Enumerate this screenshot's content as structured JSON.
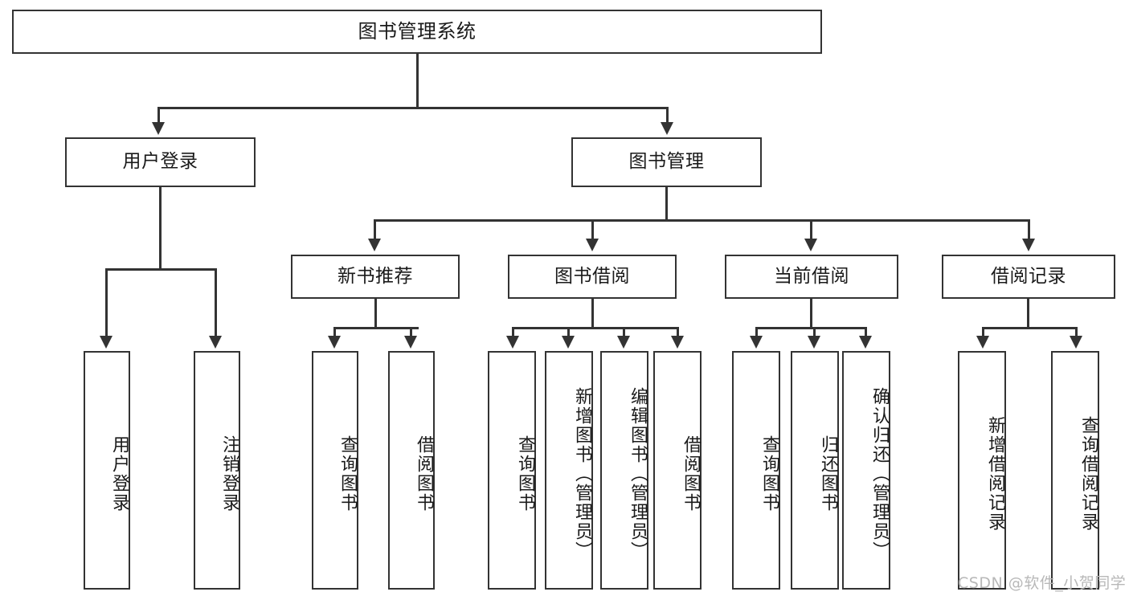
{
  "diagram": {
    "title": "图书管理系统",
    "type": "hierarchy-tree",
    "root": {
      "label": "图书管理系统"
    },
    "level2": [
      {
        "label": "用户登录"
      },
      {
        "label": "图书管理"
      }
    ],
    "level3": [
      {
        "label": "新书推荐"
      },
      {
        "label": "图书借阅"
      },
      {
        "label": "当前借阅"
      },
      {
        "label": "借阅记录"
      }
    ],
    "leaves": {
      "user_login": [
        {
          "label": "用户登录"
        },
        {
          "label": "注销登录"
        }
      ],
      "new_book_recommend": [
        {
          "label": "查询图书"
        },
        {
          "label": "借阅图书"
        }
      ],
      "book_borrow": [
        {
          "label": "查询图书"
        },
        {
          "label": "新增图书（管理员）"
        },
        {
          "label": "编辑图书（管理员）"
        },
        {
          "label": "借阅图书"
        }
      ],
      "current_borrow": [
        {
          "label": "查询图书"
        },
        {
          "label": "归还图书"
        },
        {
          "label": "确认归还（管理员）"
        }
      ],
      "borrow_record": [
        {
          "label": "新增借阅记录"
        },
        {
          "label": "查询借阅记录"
        }
      ]
    }
  },
  "watermark": {
    "text": "CSDN @软件_小贺同学"
  },
  "colors": {
    "stroke": "#333333",
    "background": "#ffffff",
    "text": "#1a1a1a",
    "watermark": "#b8b8b8"
  }
}
